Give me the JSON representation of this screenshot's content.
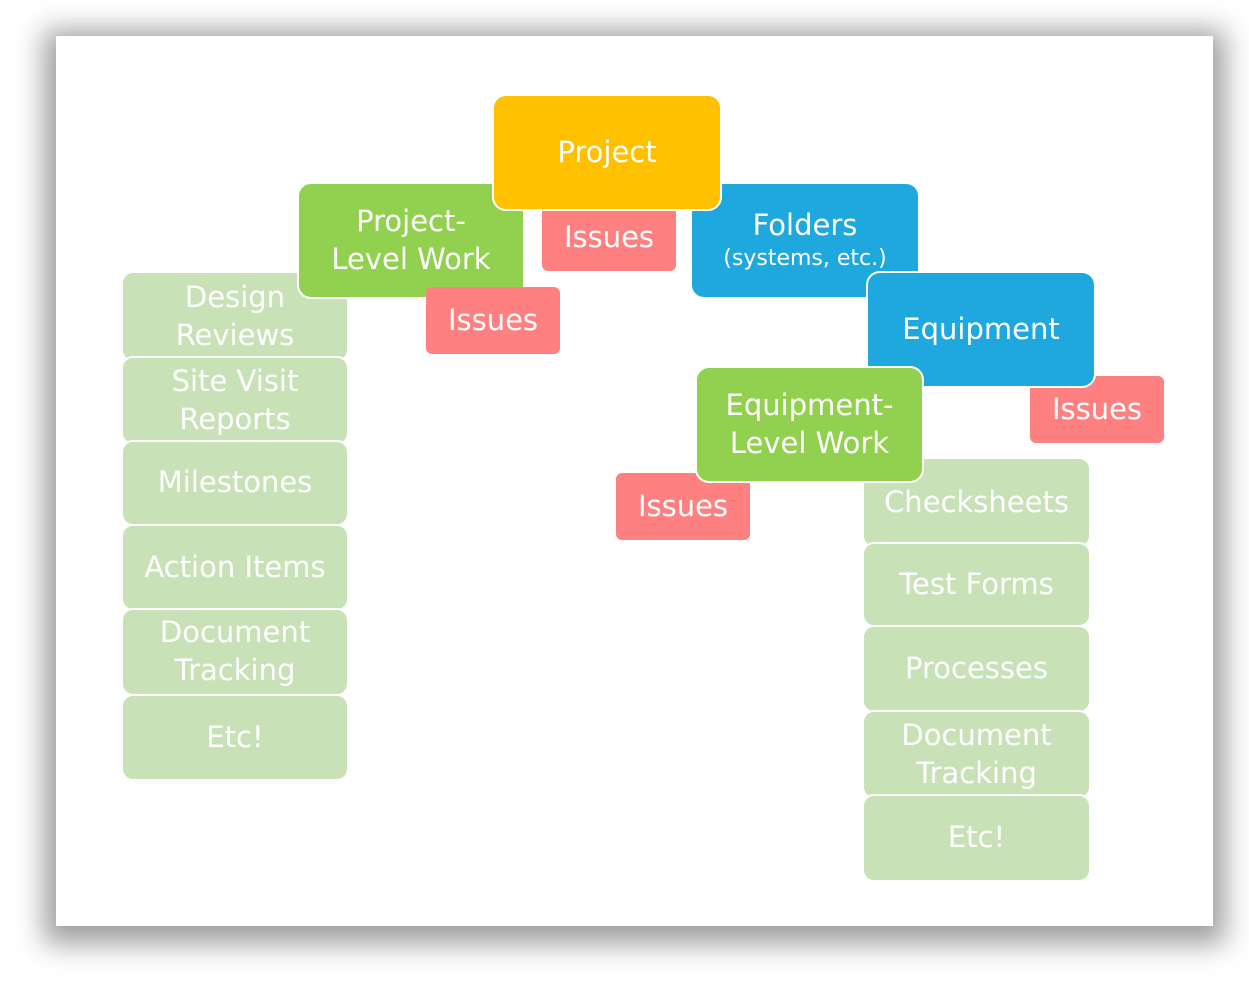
{
  "root": {
    "label": "Project"
  },
  "project_level": {
    "line1": "Project-",
    "line2": "Level Work"
  },
  "folders": {
    "title": "Folders",
    "subtitle": "(systems, etc.)"
  },
  "equipment": {
    "label": "Equipment"
  },
  "equipment_level": {
    "line1": "Equipment-",
    "line2": "Level Work"
  },
  "issues_label": "Issues",
  "project_items": [
    {
      "line1": "Design",
      "line2": "Reviews"
    },
    {
      "line1": "Site Visit",
      "line2": "Reports"
    },
    {
      "line1": "Milestones"
    },
    {
      "line1": "Action Items"
    },
    {
      "line1": "Document",
      "line2": "Tracking"
    },
    {
      "line1": "Etc!"
    }
  ],
  "equipment_items": [
    {
      "line1": "Checksheets"
    },
    {
      "line1": "Test Forms"
    },
    {
      "line1": "Processes"
    },
    {
      "line1": "Document",
      "line2": "Tracking"
    },
    {
      "line1": "Etc!"
    }
  ],
  "colors": {
    "root": "#ffc000",
    "work": "#92d050",
    "container": "#1fa8de",
    "issues": "#ff8080",
    "items": "#c8e1b7"
  }
}
